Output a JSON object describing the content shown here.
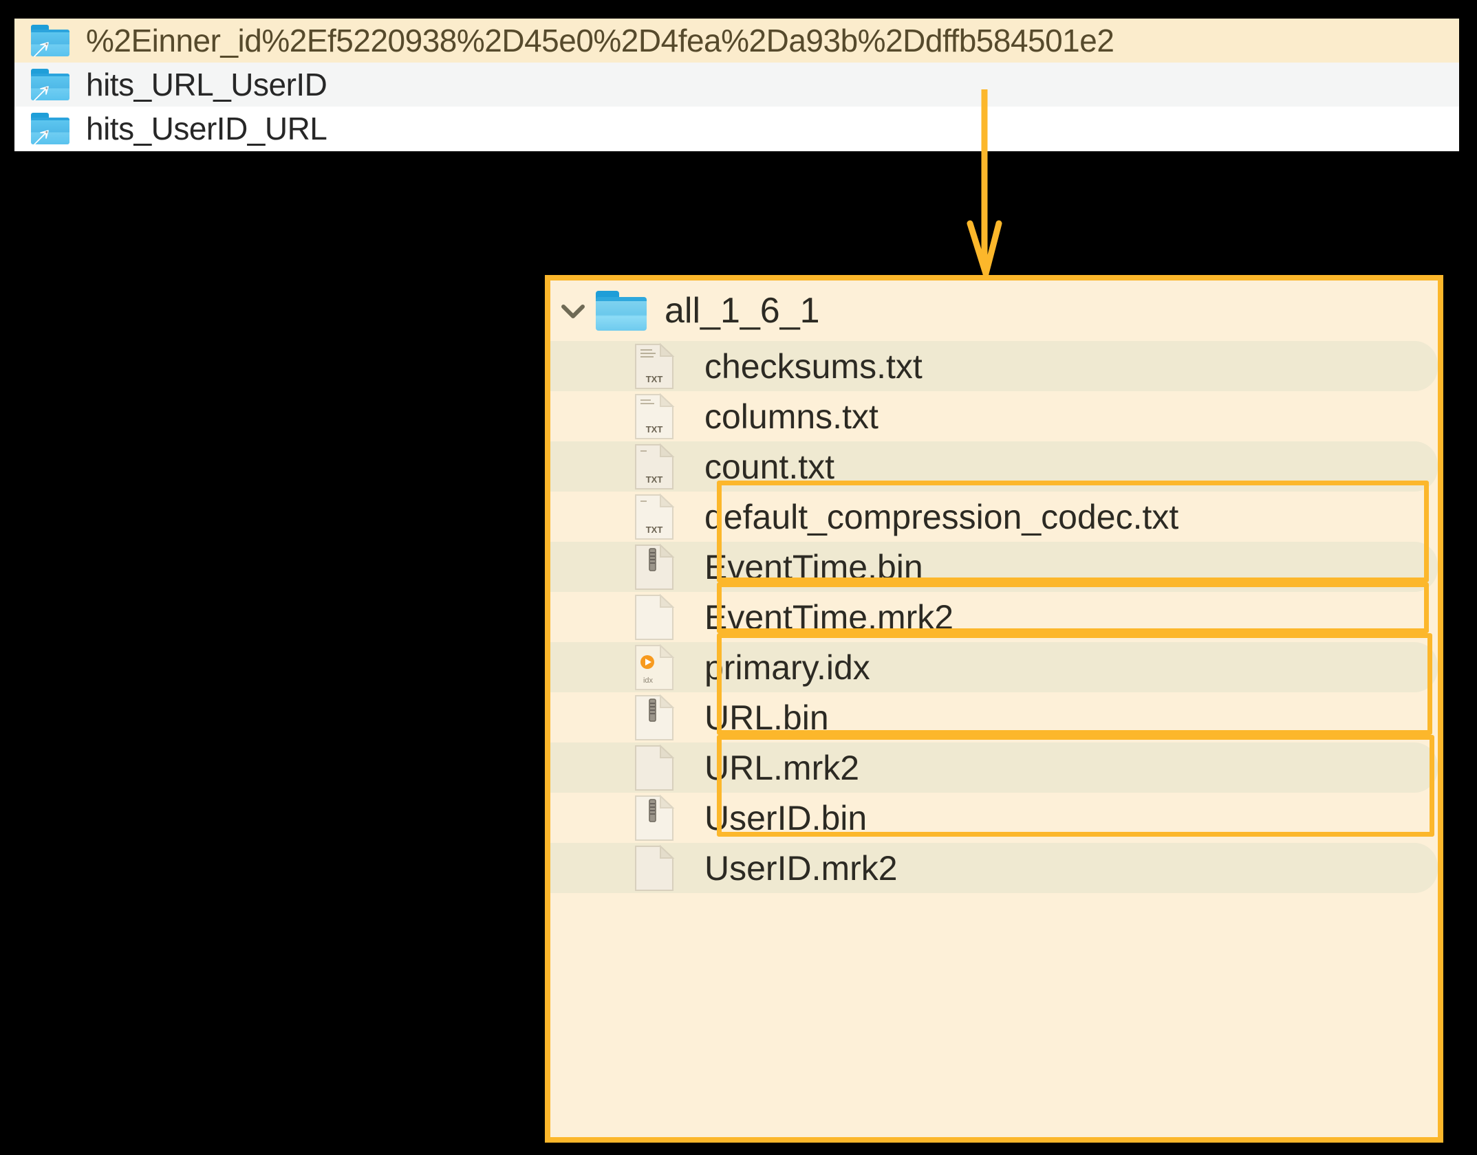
{
  "colors": {
    "accent": "#fcb72b",
    "panel_bg": "#fdf0d8",
    "row_stripe": "#efe9d1",
    "highlight_row": "#fbeccc",
    "folder_blue": "#5dc6ef",
    "text": "#2c2a23",
    "white": "#ffffff"
  },
  "symlink_panel": {
    "rows": [
      {
        "label": "%2Einner_id%2Ef5220938%2D45e0%2D4fea%2Da93b%2Ddffb584501e2",
        "icon": "folder-symlink-icon",
        "state": "highlight"
      },
      {
        "label": "hits_URL_UserID",
        "icon": "folder-symlink-icon",
        "state": "alt"
      },
      {
        "label": "hits_UserID_URL",
        "icon": "folder-symlink-icon",
        "state": "plain"
      }
    ]
  },
  "connector": {
    "icon": "down-arrow-icon",
    "from": "symlink-row-0",
    "to": "part-folder-panel"
  },
  "tree_panel": {
    "folder": {
      "label": "all_1_6_1",
      "icon": "folder-icon",
      "expanded": true,
      "chevron": "chevron-down-icon"
    },
    "files": [
      {
        "name": "checksums.txt",
        "icon": "txt-file-icon",
        "badge": "TXT",
        "stripe": "odd",
        "highlighted": false
      },
      {
        "name": "columns.txt",
        "icon": "txt-file-icon",
        "badge": "TXT",
        "stripe": "even",
        "highlighted": false
      },
      {
        "name": "count.txt",
        "icon": "txt-file-icon",
        "badge": "TXT",
        "stripe": "odd",
        "highlighted": false
      },
      {
        "name": "default_compression_codec.txt",
        "icon": "txt-file-icon",
        "badge": "TXT",
        "stripe": "even",
        "highlighted": false
      },
      {
        "name": "EventTime.bin",
        "icon": "bin-file-icon",
        "badge": "",
        "stripe": "odd",
        "highlighted": true
      },
      {
        "name": "EventTime.mrk2",
        "icon": "mrk-file-icon",
        "badge": "",
        "stripe": "even",
        "highlighted": true
      },
      {
        "name": "primary.idx",
        "icon": "idx-file-icon",
        "badge": "idx",
        "stripe": "odd",
        "highlighted": true
      },
      {
        "name": "URL.bin",
        "icon": "bin-file-icon",
        "badge": "",
        "stripe": "even",
        "highlighted": true
      },
      {
        "name": "URL.mrk2",
        "icon": "mrk-file-icon",
        "badge": "",
        "stripe": "odd",
        "highlighted": true
      },
      {
        "name": "UserID.bin",
        "icon": "bin-file-icon",
        "badge": "",
        "stripe": "even",
        "highlighted": true
      },
      {
        "name": "UserID.mrk2",
        "icon": "mrk-file-icon",
        "badge": "",
        "stripe": "odd",
        "highlighted": true
      }
    ],
    "highlight_groups": [
      {
        "name": "EventTime-group",
        "files": [
          "EventTime.bin",
          "EventTime.mrk2"
        ]
      },
      {
        "name": "primary-idx-group",
        "files": [
          "primary.idx"
        ]
      },
      {
        "name": "URL-group",
        "files": [
          "URL.bin",
          "URL.mrk2"
        ]
      },
      {
        "name": "UserID-group",
        "files": [
          "UserID.bin",
          "UserID.mrk2"
        ]
      }
    ]
  }
}
